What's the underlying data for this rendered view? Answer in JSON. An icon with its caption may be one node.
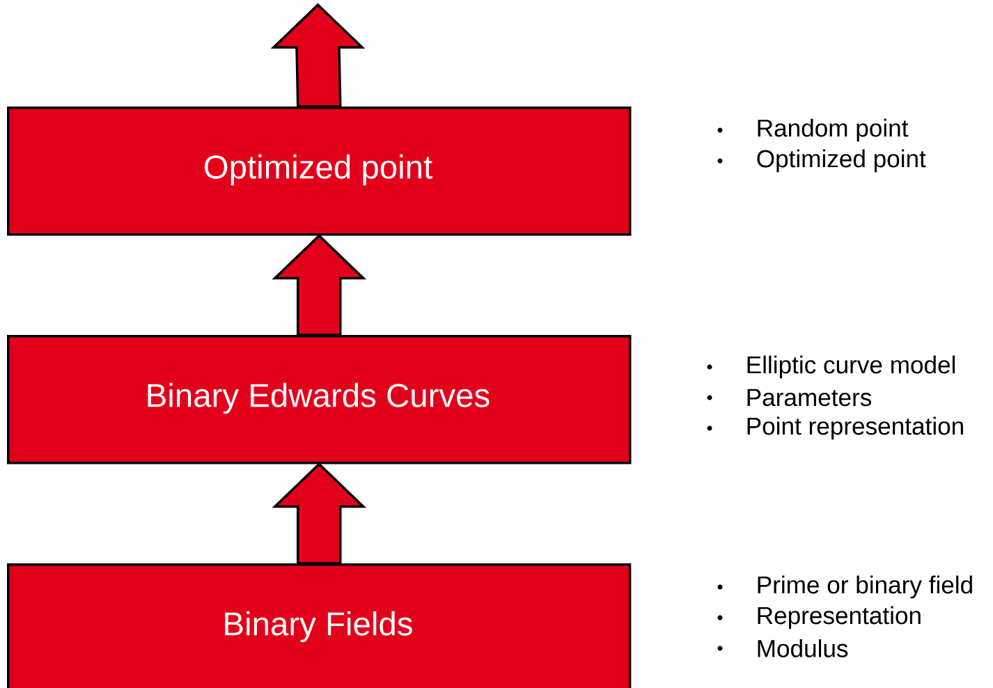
{
  "diagram": {
    "nodes": [
      {
        "text": [
          "Optimized point"
        ],
        "beside": [
          "Random point",
          "Optimized point"
        ]
      },
      {
        "text": [
          "Binary Edwards Curves"
        ],
        "beside": [
          "Elliptic curve model",
          "Parameters",
          "Point representation"
        ]
      },
      {
        "text": [
          "Binary Fields"
        ],
        "beside": [
          "Prime or binary field",
          "Representation",
          "Modulus"
        ]
      }
    ],
    "edges": [
      {
        "from": 2,
        "to": 1,
        "arrow": "to"
      },
      {
        "from": 1,
        "to": 0,
        "arrow": "to"
      },
      {
        "from": 0,
        "to": null,
        "arrow": "to"
      }
    ]
  }
}
